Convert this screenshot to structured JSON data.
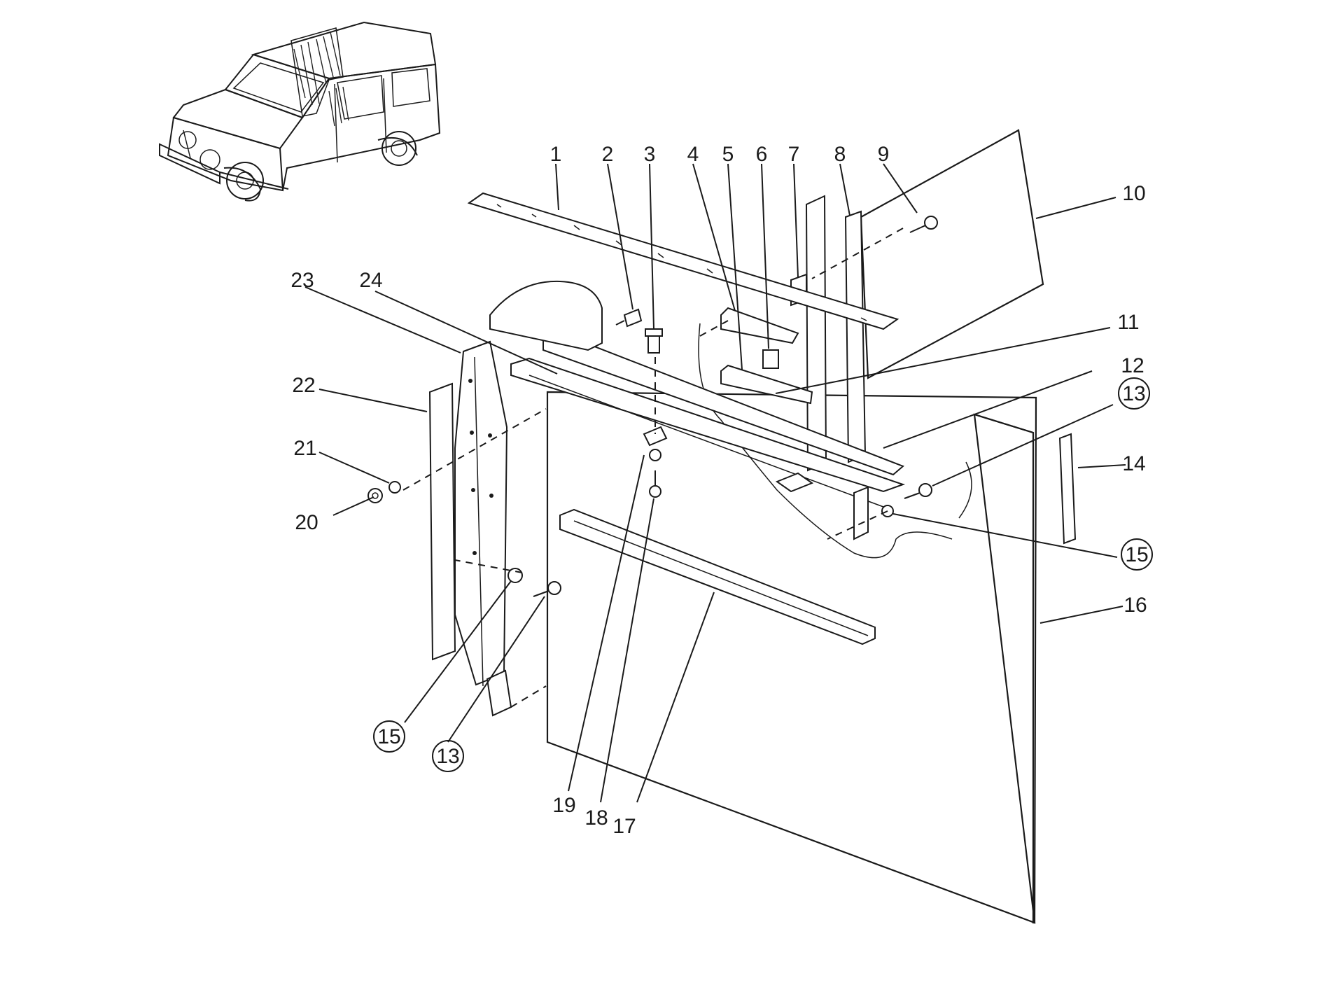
{
  "colors": {
    "ink": "#1a1a1a",
    "paper": "#ffffff"
  },
  "callouts": [
    {
      "id": "1",
      "text": "1",
      "circled": false
    },
    {
      "id": "2",
      "text": "2",
      "circled": false
    },
    {
      "id": "3",
      "text": "3",
      "circled": false
    },
    {
      "id": "4",
      "text": "4",
      "circled": false
    },
    {
      "id": "5",
      "text": "5",
      "circled": false
    },
    {
      "id": "6",
      "text": "6",
      "circled": false
    },
    {
      "id": "7",
      "text": "7",
      "circled": false
    },
    {
      "id": "8",
      "text": "8",
      "circled": false
    },
    {
      "id": "9",
      "text": "9",
      "circled": false
    },
    {
      "id": "10",
      "text": "10",
      "circled": false
    },
    {
      "id": "11",
      "text": "11",
      "circled": false
    },
    {
      "id": "12",
      "text": "12",
      "circled": false
    },
    {
      "id": "13a",
      "text": "13",
      "circled": true
    },
    {
      "id": "14",
      "text": "14",
      "circled": false
    },
    {
      "id": "15a",
      "text": "15",
      "circled": true
    },
    {
      "id": "16",
      "text": "16",
      "circled": false
    },
    {
      "id": "17",
      "text": "17",
      "circled": false
    },
    {
      "id": "18",
      "text": "18",
      "circled": false
    },
    {
      "id": "19",
      "text": "19",
      "circled": false
    },
    {
      "id": "20",
      "text": "20",
      "circled": false
    },
    {
      "id": "21",
      "text": "21",
      "circled": false
    },
    {
      "id": "22",
      "text": "22",
      "circled": false
    },
    {
      "id": "23",
      "text": "23",
      "circled": false
    },
    {
      "id": "24",
      "text": "24",
      "circled": false
    },
    {
      "id": "15b",
      "text": "15",
      "circled": true
    },
    {
      "id": "13b",
      "text": "13",
      "circled": true
    }
  ]
}
